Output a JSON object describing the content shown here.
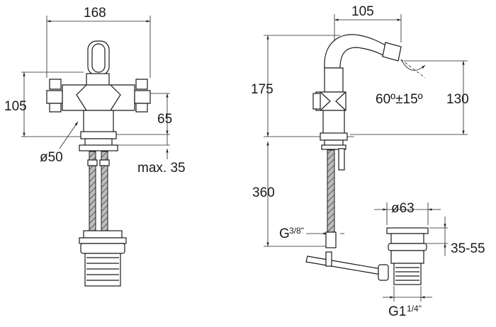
{
  "dimensions": {
    "width_168": "168",
    "height_105": "105",
    "height_65": "65",
    "diameter_50": "ø50",
    "max_35": "max. 35",
    "spout_105": "105",
    "height_175": "175",
    "angle": "60º±15º",
    "height_130": "130",
    "hose_360": "360",
    "thread_g": "G",
    "thread_g_frac": "3/8\"",
    "diameter_63": "ø63",
    "range_35_55": "35-55",
    "waste_g": "G1",
    "waste_g_frac": "1/4\""
  }
}
